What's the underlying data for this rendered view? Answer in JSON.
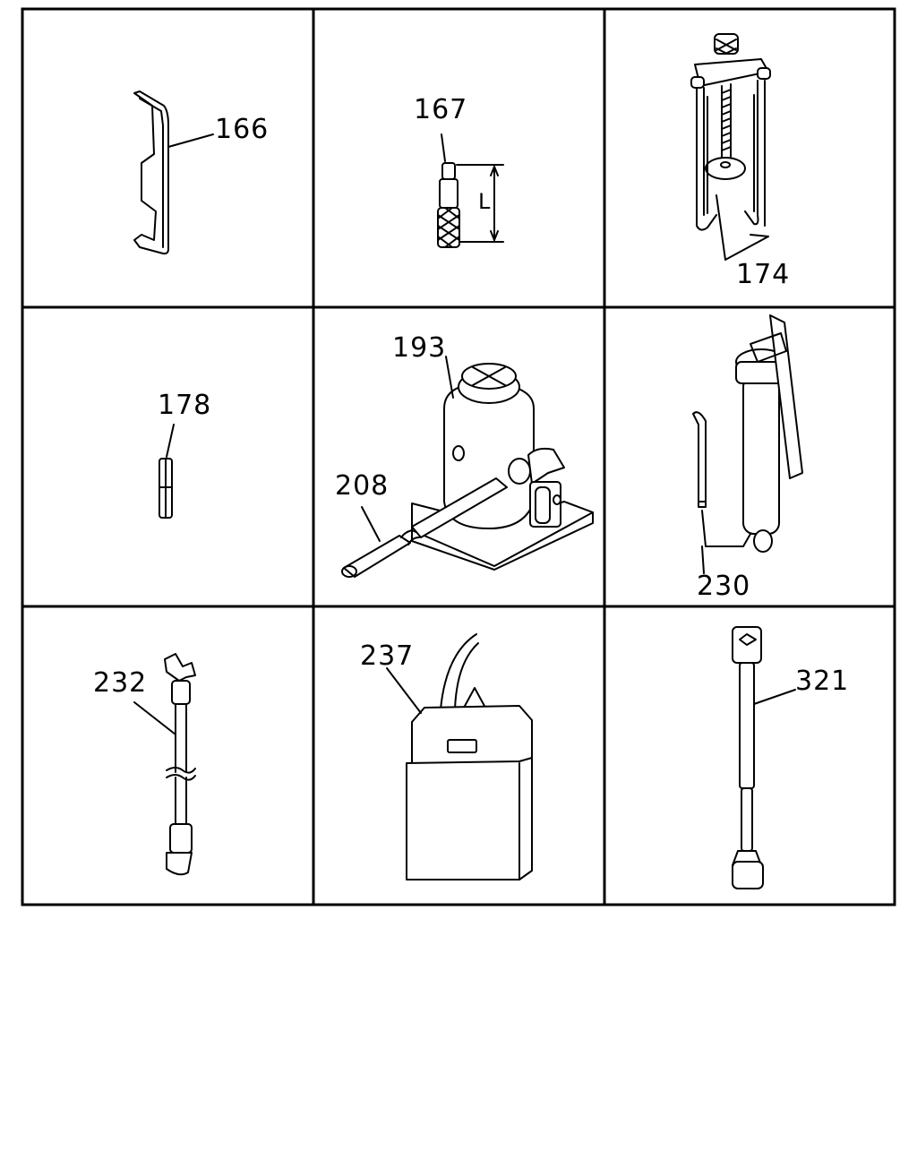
{
  "parts": [
    {
      "number": "166",
      "icon": "hook-spanner-icon"
    },
    {
      "number": "167",
      "icon": "pin-tool-icon"
    },
    {
      "number": "174",
      "icon": "puller-icon"
    },
    {
      "number": "178",
      "icon": "dowel-pin-icon"
    },
    {
      "number": "193",
      "icon": "bottle-jack-icon"
    },
    {
      "number": "208",
      "icon": "jack-handle-icon"
    },
    {
      "number": "230",
      "icon": "grease-gun-icon"
    },
    {
      "number": "232",
      "icon": "extension-hose-icon"
    },
    {
      "number": "237",
      "icon": "tool-bag-icon"
    },
    {
      "number": "321",
      "icon": "extension-bar-icon"
    }
  ],
  "dimension_label": "L"
}
